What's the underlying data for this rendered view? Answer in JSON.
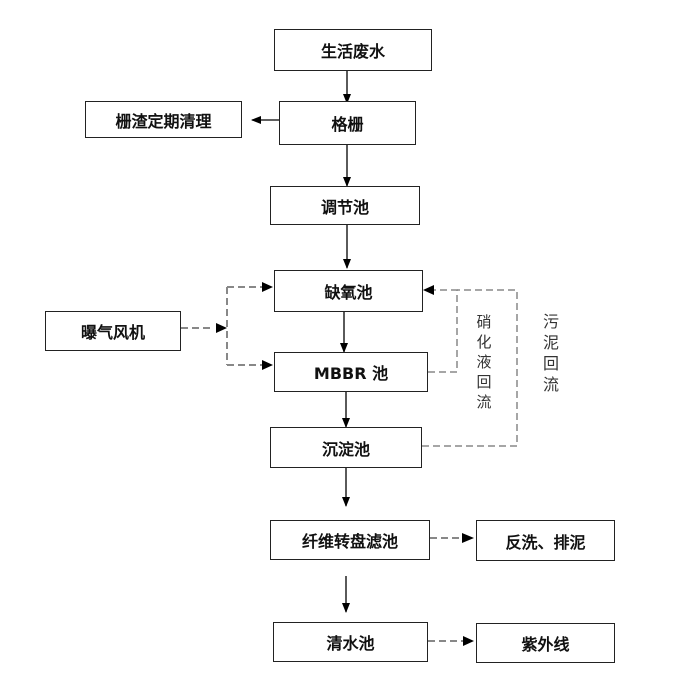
{
  "boxes": {
    "wastewater": "生活废水",
    "screen": "格栅",
    "screen_cleaning": "栅渣定期清理",
    "equalization": "调节池",
    "anoxic": "缺氧池",
    "blower": "曝气风机",
    "mbbr": "MBBR 池",
    "sedimentation": "沉淀池",
    "disc_filter": "纤维转盘滤池",
    "backwash": "反洗、排泥",
    "clear_water": "清水池",
    "uv": "紫外线"
  },
  "labels": {
    "nitrate_reflux": "硝化液回流",
    "sludge_reflux": "污泥回流"
  },
  "colors": {
    "process_line": "#000000",
    "dashed_line": "#888888"
  }
}
